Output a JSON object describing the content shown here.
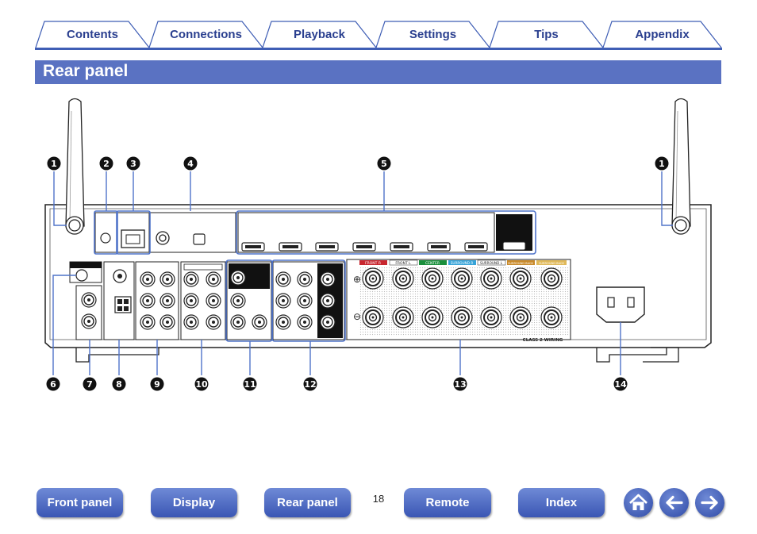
{
  "tabs": [
    "Contents",
    "Connections",
    "Playback",
    "Settings",
    "Tips",
    "Appendix"
  ],
  "page_title": "Rear panel",
  "callouts": {
    "c1": "1",
    "c2": "2",
    "c3": "3",
    "c4": "4",
    "c5": "5",
    "c6": "6",
    "c7": "7",
    "c8": "8",
    "c9": "9",
    "c10": "10",
    "c11": "11",
    "c12": "12",
    "c13": "13",
    "c14": "14"
  },
  "speaker_labels": [
    "FRONT R",
    "FRONT L",
    "CENTER",
    "SURROUND R",
    "SURROUND L",
    "SURROUND BACK",
    "SURROUND BACK"
  ],
  "wiring_label": "CLASS 2 WIRING",
  "bottom_nav": {
    "front_panel": "Front panel",
    "display": "Display",
    "rear_panel": "Rear panel",
    "page_number": "18",
    "remote": "Remote",
    "index": "Index"
  },
  "icons": [
    "home-icon",
    "arrow-left-icon",
    "arrow-right-icon"
  ],
  "colors": {
    "accent": "#3f5eb5",
    "title_bar": "#5a72c2",
    "callout_line": "#4f73c9"
  }
}
